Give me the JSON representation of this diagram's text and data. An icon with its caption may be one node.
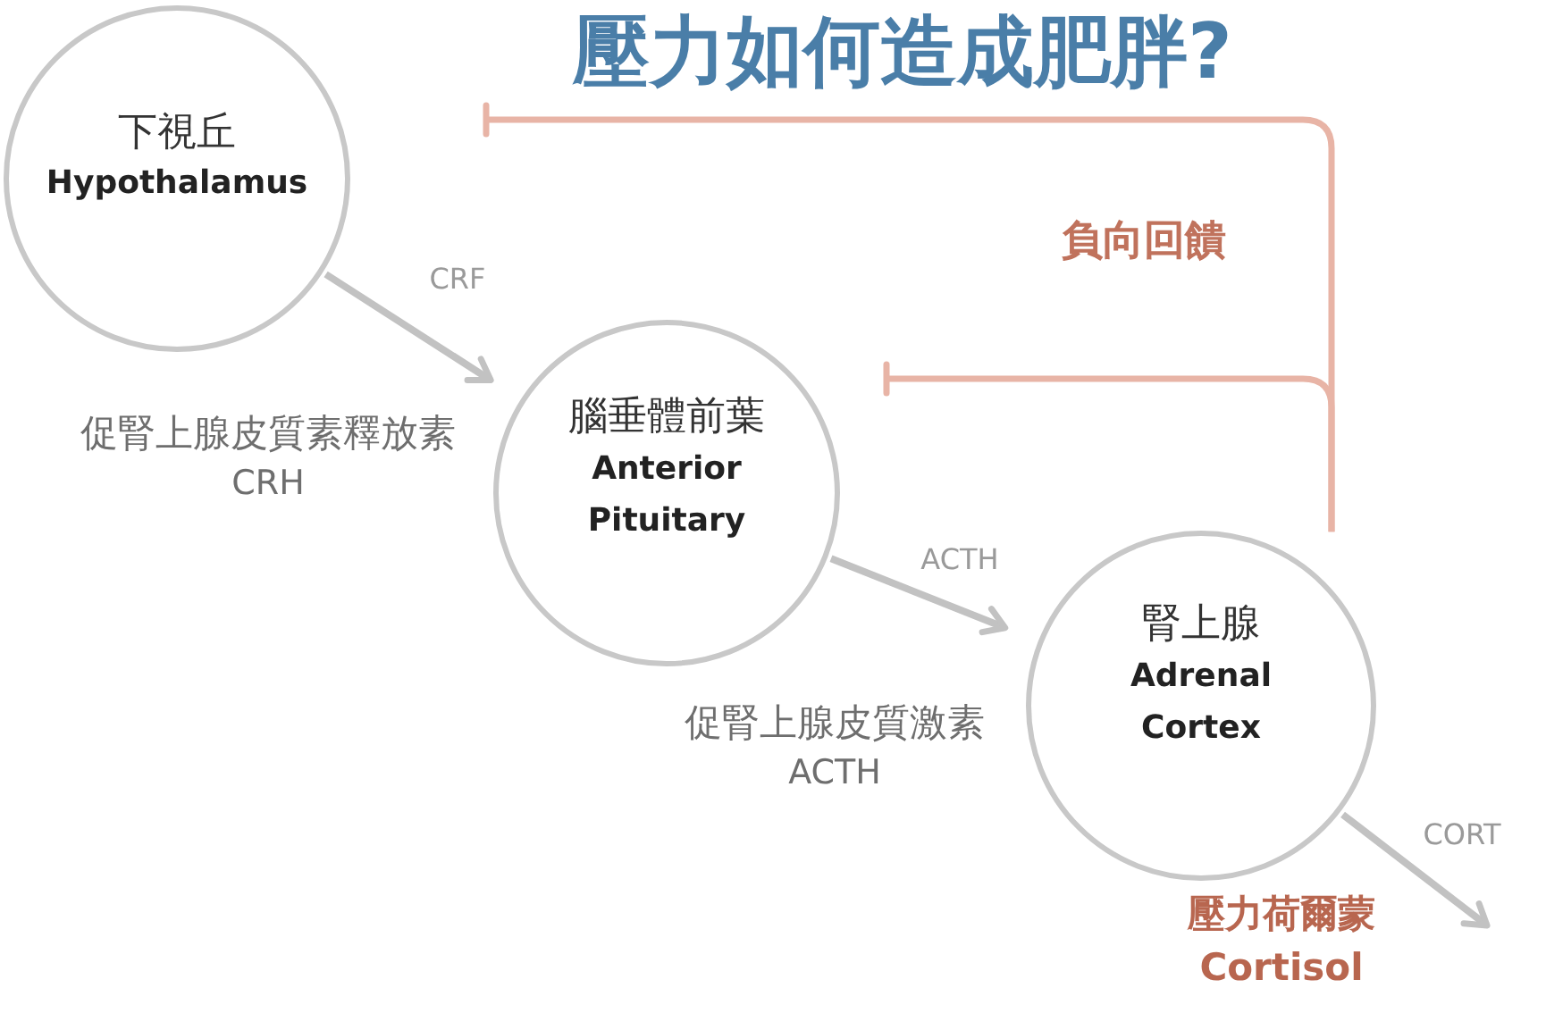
{
  "diagram": {
    "title": "壓力如何造成肥胖?",
    "nodes": [
      {
        "text": [
          "下視丘",
          "Hypothalamus"
        ]
      },
      {
        "text": [
          "腦垂體前葉",
          "Anterior Pituitary"
        ]
      },
      {
        "text": [
          "腎上腺",
          "Adrenal Cortex"
        ]
      }
    ],
    "edges": [
      {
        "from": 0,
        "to": 1,
        "arrow": "to",
        "label": "CRF"
      },
      {
        "from": 1,
        "to": 2,
        "arrow": "to",
        "label": "ACTH"
      },
      {
        "from": 2,
        "to": null,
        "arrow": "to",
        "label": "CORT"
      },
      {
        "from": 2,
        "to": 0,
        "arrow": "other",
        "color": "#e8b4a6"
      },
      {
        "from": 2,
        "to": 1,
        "arrow": "other",
        "color": "#e8b4a6"
      }
    ],
    "labels": [
      "負向回饋",
      "促腎上腺皮質素釋放素",
      "CRH",
      "促腎上腺皮質激素",
      "ACTH",
      "壓力荷爾蒙",
      "Cortisol"
    ]
  }
}
